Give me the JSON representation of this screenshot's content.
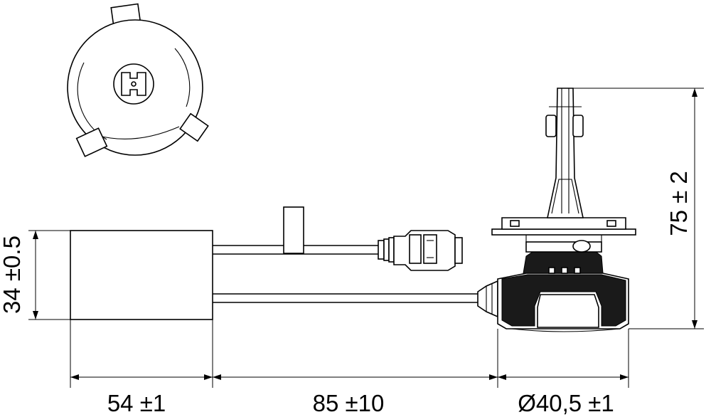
{
  "dimensions": {
    "ballast_length": "54 ±1",
    "cable_length": "85 ±10",
    "head_diameter": "Ø40,5 ±1",
    "ballast_height": "34 ±0.5",
    "lamp_height": "75 ± 2"
  }
}
